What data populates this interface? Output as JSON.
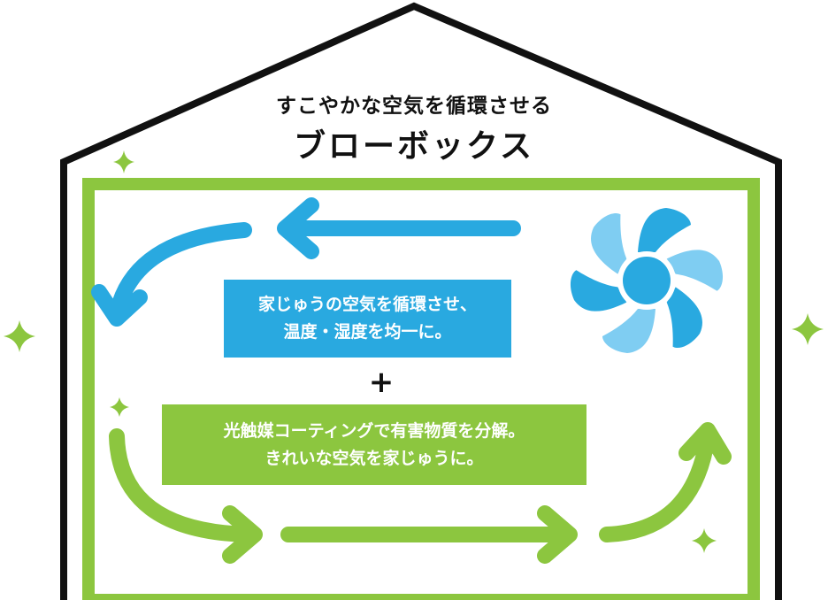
{
  "title": {
    "line1": "すこやかな空気を循環させる",
    "line2": "ブローボックス"
  },
  "blue_box": {
    "line1": "家じゅうの空気を循環させ、",
    "line2": "温度・湿度を均一に。"
  },
  "plus": "+",
  "green_box": {
    "line1": "光触媒コーティングで有害物質を分解。",
    "line2": "きれいな空気を家じゅうに。"
  },
  "colors": {
    "blue": "#29a9e0",
    "light_blue": "#7fcdf2",
    "green": "#8cc63f",
    "outline": "#111111"
  }
}
